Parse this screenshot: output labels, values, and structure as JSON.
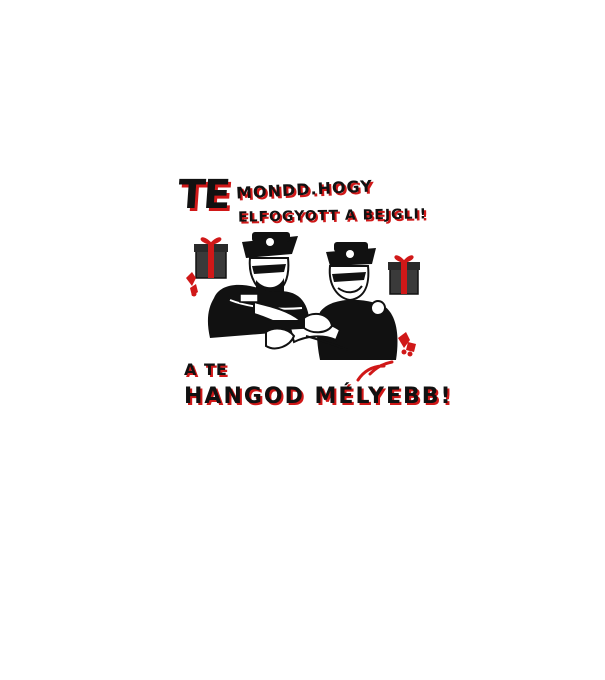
{
  "text": {
    "te_big": "TE",
    "line1": "MONDD.HOGY",
    "line2": "ELFOGYOTT A BEJGLI!",
    "line3": "A TE",
    "line4": "HANGOD MÉLYEBB!"
  },
  "colors": {
    "ink": "#111111",
    "accent": "#d01818",
    "background": "#ffffff"
  },
  "icons": [
    "gift-box-icon",
    "holly-icon",
    "police-officers-illustration"
  ]
}
